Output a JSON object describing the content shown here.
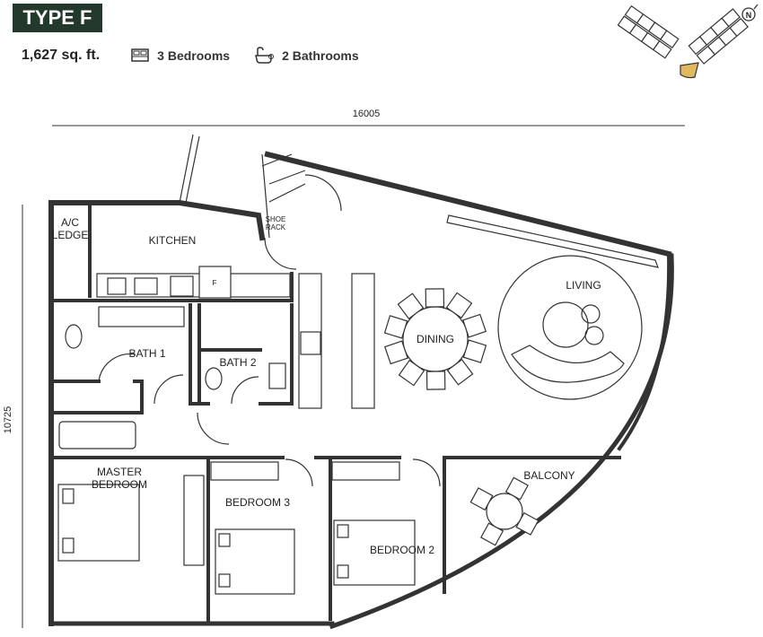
{
  "unit": {
    "type": "TYPE F",
    "area": "1,627 sq. ft.",
    "bedrooms": "3 Bedrooms",
    "bathrooms": "2 Bathrooms"
  },
  "dimensions": {
    "width": "16005",
    "depth": "10725"
  },
  "compass": {
    "label": "N"
  },
  "keyplan_highlight_color": "#e0b860",
  "rooms": {
    "ac_ledge_1": "A/C",
    "ac_ledge_2": "LEDGE",
    "kitchen": "KITCHEN",
    "shoe_rack_1": "SHOE",
    "shoe_rack_2": "RACK",
    "fridge": "F",
    "bath1": "BATH 1",
    "bath2": "BATH 2",
    "dining": "DINING",
    "living": "LIVING",
    "master_1": "MASTER",
    "master_2": "BEDROOM",
    "bedroom3": "BEDROOM 3",
    "bedroom2": "BEDROOM 2",
    "balcony": "BALCONY"
  }
}
